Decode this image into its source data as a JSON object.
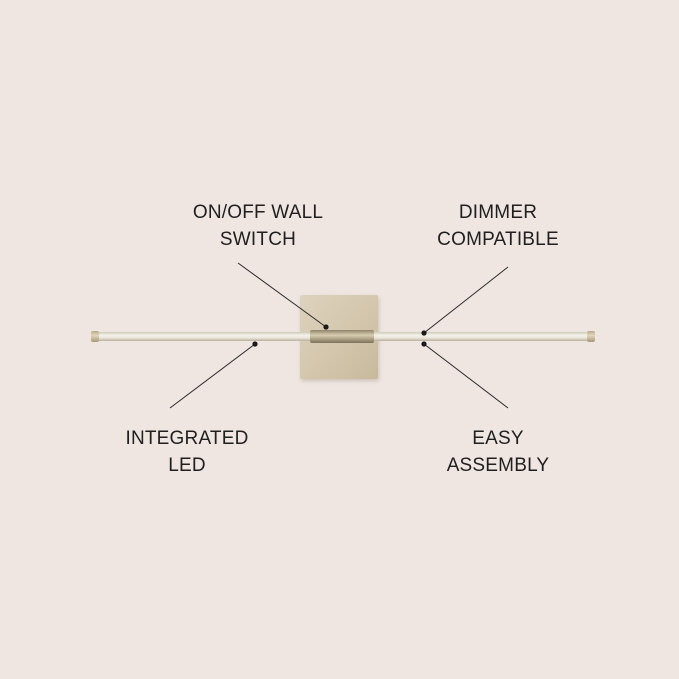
{
  "colors": {
    "background": "#efe6e2",
    "text": "#1f1f1f",
    "plate": "#d6c9b1",
    "rod": "#e4e0d6",
    "cap": "#cdbf9e",
    "leader": "#2a2a2a"
  },
  "callouts": {
    "switch": {
      "line1": "ON/OFF WALL",
      "line2": "SWITCH"
    },
    "dimmer": {
      "line1": "DIMMER",
      "line2": "COMPATIBLE"
    },
    "led": {
      "line1": "INTEGRATED",
      "line2": "LED"
    },
    "assembly": {
      "line1": "EASY",
      "line2": "ASSEMBLY"
    }
  }
}
